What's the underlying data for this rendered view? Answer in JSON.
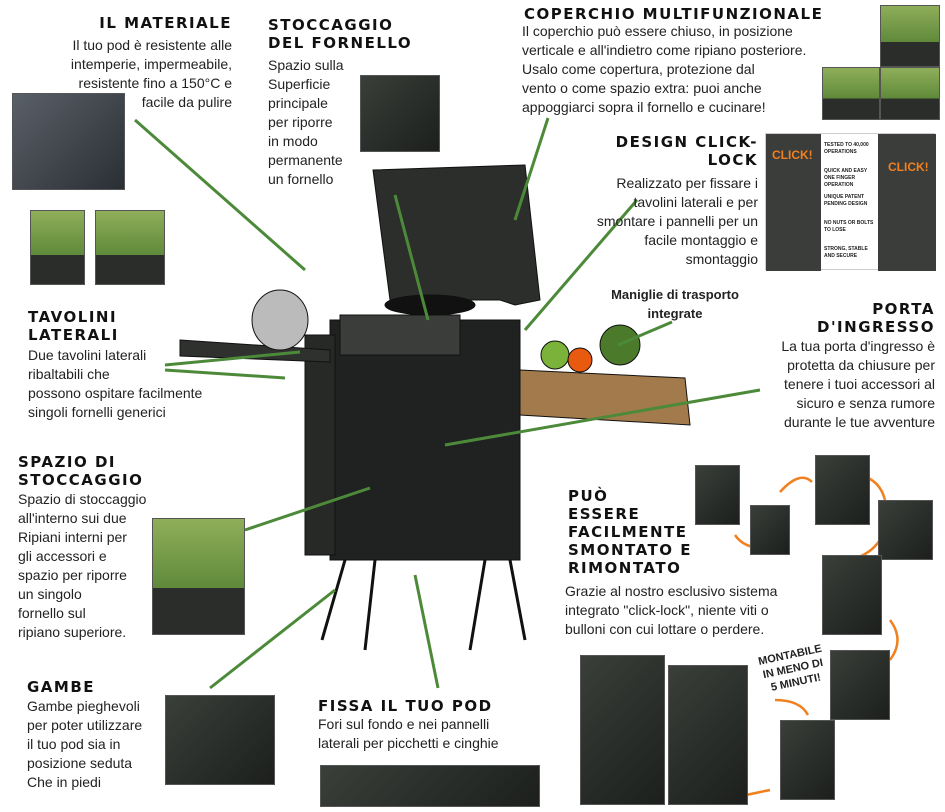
{
  "materiale": {
    "title": "Il materiale",
    "text": "Il tuo pod è resistente alle\nintemperie, impermeabile,\nresistente fino a 150°C e\nfacile da pulire"
  },
  "stoccaggio_fornello": {
    "title": "Stoccaggio\ndel fornello",
    "text": "Spazio sulla\nSuperficie\nprincipale\nper riporre\nin modo\npermanente\nun fornello"
  },
  "coperchio": {
    "title": "Coperchio multifunzionale",
    "text": "Il coperchio può essere chiuso, in posizione\nverticale e all'indietro come ripiano posteriore.\nUsalo come copertura, protezione dal\nvento o come spazio extra: puoi anche\nappoggiarci sopra il fornello e cucinare!"
  },
  "click_lock": {
    "title": "Design click-\nlock",
    "text": "Realizzato per fissare i\ntavolini laterali e per\nsmontare i pannelli per un\nfacile montaggio e\nsmontaggio",
    "click": "CLICK!",
    "features": [
      "TESTED TO 40,000 OPERATIONS",
      "QUICK AND EASY ONE FINGER OPERATION",
      "UNIQUE PATENT PENDING DESIGN",
      "NO NUTS OR BOLTS TO LOSE",
      "STRONG, STABLE AND SECURE"
    ]
  },
  "tavolini": {
    "title": "Tavolini\nlaterali",
    "text": "Due tavolini laterali\nribaltabili che\npossono ospitare facilmente\nsingoli fornelli generici"
  },
  "maniglie": {
    "text": "Maniglie di trasporto\nintegrate"
  },
  "porta": {
    "title": "Porta\nd'ingresso",
    "text": "La tua porta d'ingresso è\nprotetta da chiusure per\ntenere i tuoi accessori al\nsicuro e senza rumore\ndurante le tue avventure"
  },
  "spazio": {
    "title": "Spazio di\nstoccaggio",
    "text": "Spazio di stoccaggio\nall'interno sui due\nRipiani interni per\ngli accessori e\nspazio per riporre\nun singolo\nfornello sul\nripiano superiore."
  },
  "smontato": {
    "title": "Può\nessere\nfacilmente\nsmontato e\nrimontato",
    "text": "Grazie al nostro esclusivo sistema\nintegrato \"click-lock\", niente viti o\nbulloni con cui lottare o perdere.",
    "badge": "MONTABILE\nIN MENO DI\n5 MINUTI!"
  },
  "gambe": {
    "title": "Gambe",
    "text": "Gambe pieghevoli\nper poter utilizzare\nil tuo pod sia in\nposizione seduta\nChe in piedi"
  },
  "fissa": {
    "title": "Fissa il tuo pod",
    "text": "Fori sul fondo e nei pannelli\nlaterali per picchetti e cinghie"
  },
  "colors": {
    "arrow": "#4c8a3a",
    "orange": "#f08020"
  }
}
